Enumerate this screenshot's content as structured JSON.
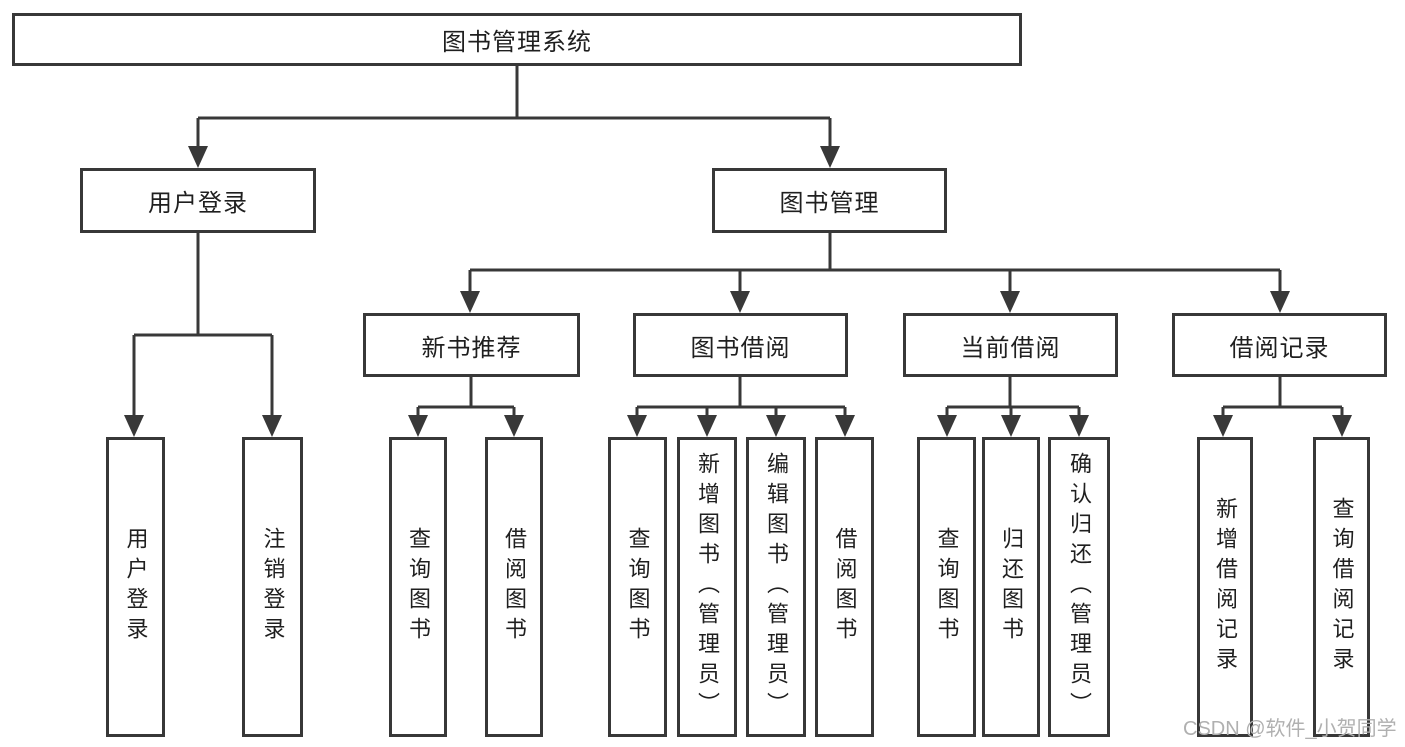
{
  "diagram_title": "图书管理系统",
  "tree": {
    "label": "图书管理系统",
    "children": [
      {
        "label": "用户登录",
        "children": [
          {
            "label": "用户登录"
          },
          {
            "label": "注销登录"
          }
        ]
      },
      {
        "label": "图书管理",
        "children": [
          {
            "label": "新书推荐",
            "children": [
              {
                "label": "查询图书"
              },
              {
                "label": "借阅图书"
              }
            ]
          },
          {
            "label": "图书借阅",
            "children": [
              {
                "label": "查询图书"
              },
              {
                "label": "新增图书（管理员）"
              },
              {
                "label": "编辑图书（管理员）"
              },
              {
                "label": "借阅图书"
              }
            ]
          },
          {
            "label": "当前借阅",
            "children": [
              {
                "label": "查询图书"
              },
              {
                "label": "归还图书"
              },
              {
                "label": "确认归还（管理员）"
              }
            ]
          },
          {
            "label": "借阅记录",
            "children": [
              {
                "label": "新增借阅记录"
              },
              {
                "label": "查询借阅记录"
              }
            ]
          }
        ]
      }
    ]
  },
  "watermark": "CSDN @软件_小贺同学",
  "colors": {
    "line": "#383838",
    "text": "#1f1f1f",
    "watermark": "#b0b0b0",
    "background": "#ffffff"
  }
}
